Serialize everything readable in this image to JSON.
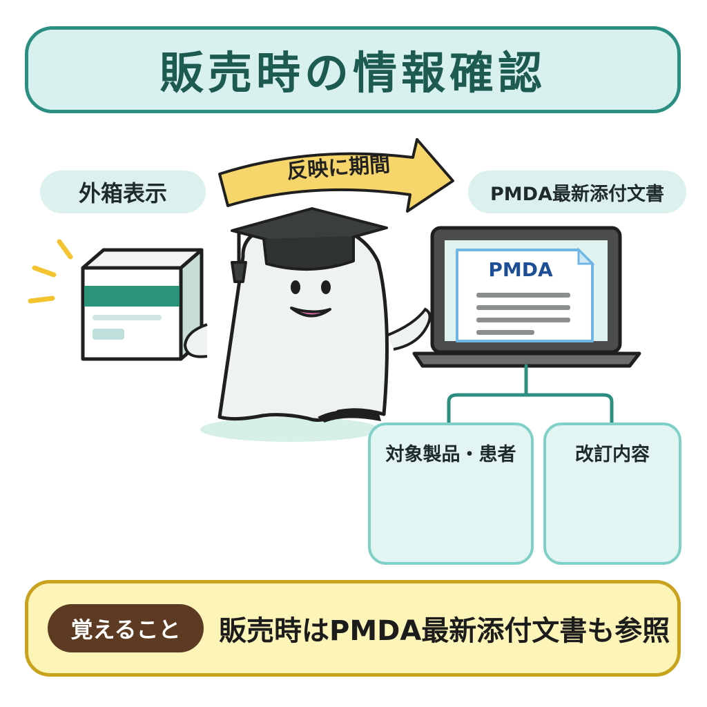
{
  "title": "販売時の情報確認",
  "labels": {
    "outer_box": "外箱表示",
    "arrow": "反映に期間",
    "pmda_doc": "PMDA最新添付文書",
    "screen_doc": "PMDA"
  },
  "cards": {
    "target": "対象製品・患者",
    "revision": "改訂内容"
  },
  "memo": {
    "tag": "覚えること",
    "text": "販売時はPMDA最新添付文書も参照"
  },
  "colors": {
    "teal": "#2a8f80",
    "mint": "#d8f1ee",
    "yellow": "#f6d66a",
    "brown": "#5c3b22"
  }
}
